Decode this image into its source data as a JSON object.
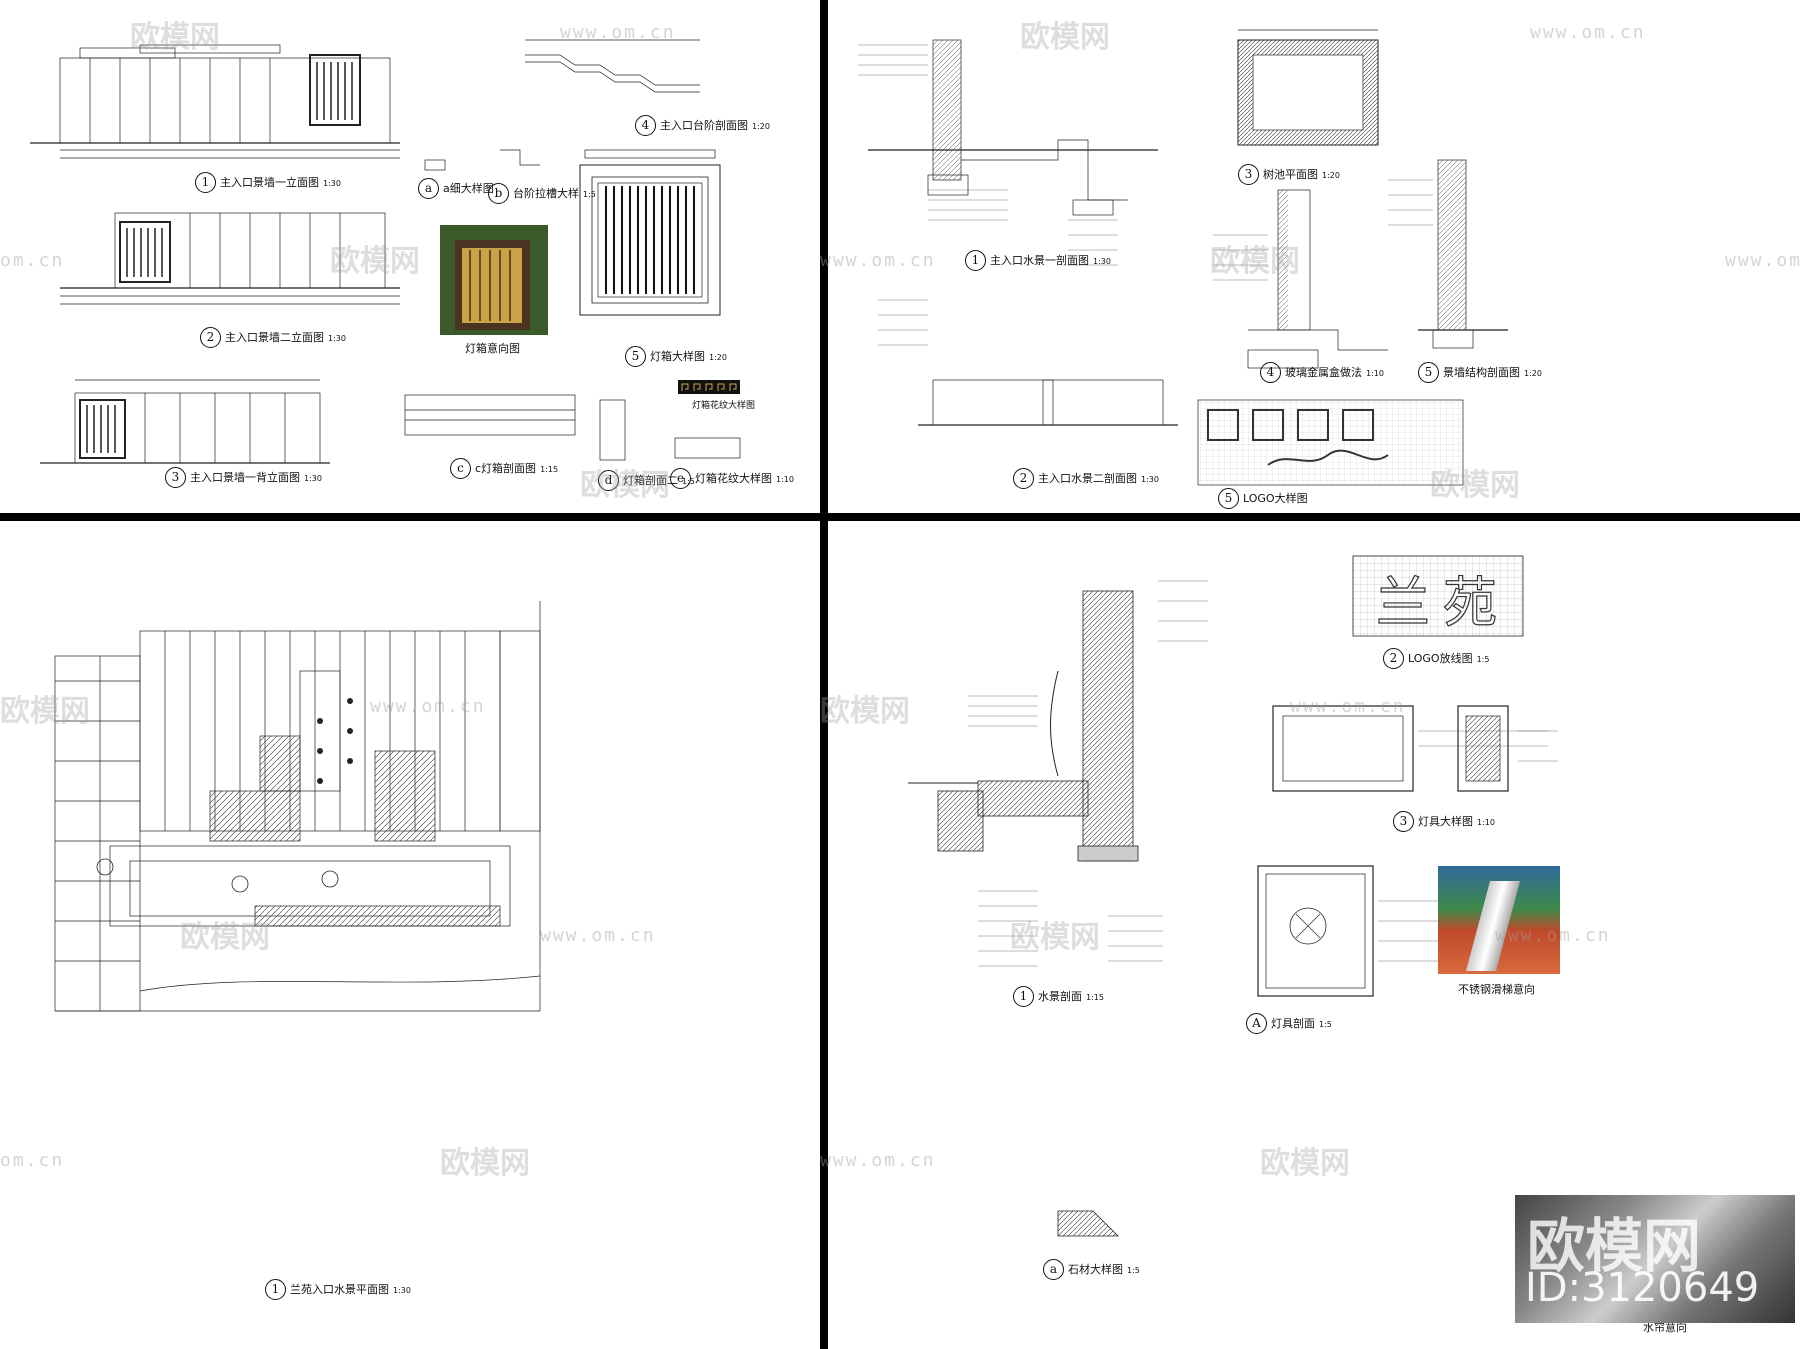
{
  "sheets": {
    "tl": {
      "labels": {
        "d1": {
          "num": "1",
          "text": "主入口景墙一立面图",
          "scale": "1:30"
        },
        "d2": {
          "num": "2",
          "text": "主入口景墙二立面图",
          "scale": "1:30"
        },
        "d3": {
          "num": "3",
          "text": "主入口景墙一背立面图",
          "scale": "1:30"
        },
        "d4": {
          "num": "4",
          "text": "主入口台阶剖面图",
          "scale": "1:20"
        },
        "d5": {
          "num": "5",
          "text": "灯箱大样图",
          "scale": "1:20"
        },
        "da": {
          "num": "a",
          "text": "a细大样图",
          "scale": ""
        },
        "db": {
          "num": "b",
          "text": "台阶拉槽大样",
          "scale": "1:5"
        },
        "dc": {
          "num": "c",
          "text": "c灯箱剖面图",
          "scale": "1:15"
        },
        "dd": {
          "num": "d",
          "text": "灯箱剖面二",
          "scale": "1:5"
        },
        "de": {
          "num": "e",
          "text": "灯箱花纹大样图",
          "scale": "1:10"
        },
        "photo": "灯箱意向图",
        "pattern": "灯箱花纹大样图"
      }
    },
    "tr": {
      "labels": {
        "d1": {
          "num": "1",
          "text": "主入口水景一剖面图",
          "scale": "1:30"
        },
        "d2": {
          "num": "2",
          "text": "主入口水景二剖面图",
          "scale": "1:30"
        },
        "d3": {
          "num": "3",
          "text": "树池平面图",
          "scale": "1:20"
        },
        "d4": {
          "num": "4",
          "text": "玻璃金属盒做法",
          "scale": "1:10"
        },
        "d5a": {
          "num": "5",
          "text": "景墙结构剖面图",
          "scale": "1:20"
        },
        "d5b": {
          "num": "5",
          "text": "LOGO大样图",
          "scale": ""
        }
      }
    },
    "bl": {
      "labels": {
        "d1": {
          "num": "1",
          "text": "兰苑入口水景平面图",
          "scale": "1:30"
        }
      }
    },
    "br": {
      "labels": {
        "d1": {
          "num": "1",
          "text": "水景剖面",
          "scale": "1:15"
        },
        "d2": {
          "num": "2",
          "text": "LOGO放线图",
          "scale": "1:5"
        },
        "d3": {
          "num": "3",
          "text": "灯具大样图",
          "scale": "1:10"
        },
        "dA": {
          "num": "A",
          "text": "灯具剖面",
          "scale": "1:5"
        },
        "da": {
          "num": "a",
          "text": "石材大样图",
          "scale": "1:5"
        },
        "photo1": "不锈钢滑梯意向",
        "photo2": "水帘意向"
      }
    }
  },
  "watermark": {
    "brand": "欧模网",
    "url": "www.om.cn",
    "url_short": "om.cn",
    "id": "ID:3120649"
  }
}
